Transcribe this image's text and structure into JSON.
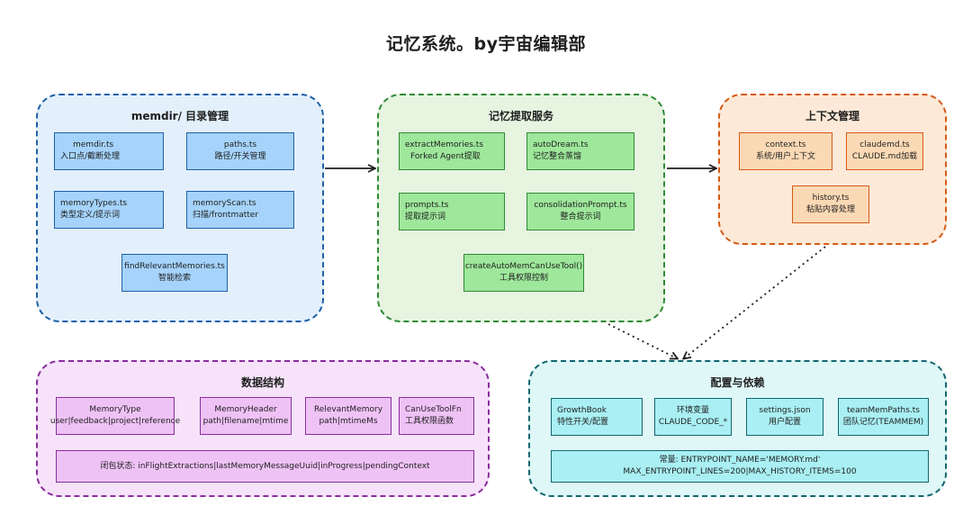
{
  "title": "记忆系统。by宇宙编辑部",
  "groups": {
    "memdir": {
      "title": "memdir/ 目录管理",
      "boxes": [
        {
          "name": "memdir.ts",
          "desc": "入口点/截断处理"
        },
        {
          "name": "paths.ts",
          "desc": "路径/开关管理"
        },
        {
          "name": "memoryTypes.ts",
          "desc": "类型定义/提示词"
        },
        {
          "name": "memoryScan.ts",
          "desc": "扫描/frontmatter"
        },
        {
          "name": "findRelevantMemories.ts",
          "desc": "智能检索"
        }
      ]
    },
    "extract": {
      "title": "记忆提取服务",
      "boxes": [
        {
          "name": "extractMemories.ts",
          "desc": "Forked Agent提取"
        },
        {
          "name": "autoDream.ts",
          "desc": "记忆整合蒸馏"
        },
        {
          "name": "prompts.ts",
          "desc": "提取提示词"
        },
        {
          "name": "consolidationPrompt.ts",
          "desc": "整合提示词"
        },
        {
          "name": "createAutoMemCanUseTool()",
          "desc": "工具权限控制"
        }
      ]
    },
    "context": {
      "title": "上下文管理",
      "boxes": [
        {
          "name": "context.ts",
          "desc": "系统/用户上下文"
        },
        {
          "name": "claudemd.ts",
          "desc": "CLAUDE.md加载"
        },
        {
          "name": "history.ts",
          "desc": "粘贴内容处理"
        }
      ]
    },
    "data": {
      "title": "数据结构",
      "boxes": [
        {
          "name": "MemoryType",
          "desc": "user|feedback|project|reference"
        },
        {
          "name": "MemoryHeader",
          "desc": "path|filename|mtime"
        },
        {
          "name": "RelevantMemory",
          "desc": "path|mtimeMs"
        },
        {
          "name": "CanUseToolFn",
          "desc": "工具权限函数"
        }
      ],
      "closure": "闭包状态: inFlightExtractions|lastMemoryMessageUuid|inProgress|pendingContext"
    },
    "config": {
      "title": "配置与依赖",
      "boxes": [
        {
          "name": "GrowthBook",
          "desc": "特性开关/配置"
        },
        {
          "name": "环境变量",
          "desc": "CLAUDE_CODE_*"
        },
        {
          "name": "settings.json",
          "desc": "用户配置"
        },
        {
          "name": "teamMemPaths.ts",
          "desc": "团队记忆(TEAMMEM)"
        }
      ],
      "constants_line1": "常量: ENTRYPOINT_NAME='MEMORY.md'",
      "constants_line2": "MAX_ENTRYPOINT_LINES=200|MAX_HISTORY_ITEMS=100"
    }
  },
  "colors": {
    "blue": "#1f5fa8",
    "green": "#2f8a36",
    "orange": "#d45a16",
    "purple": "#8a2c9e",
    "teal": "#136670",
    "arrow": "#1e1e1e"
  }
}
